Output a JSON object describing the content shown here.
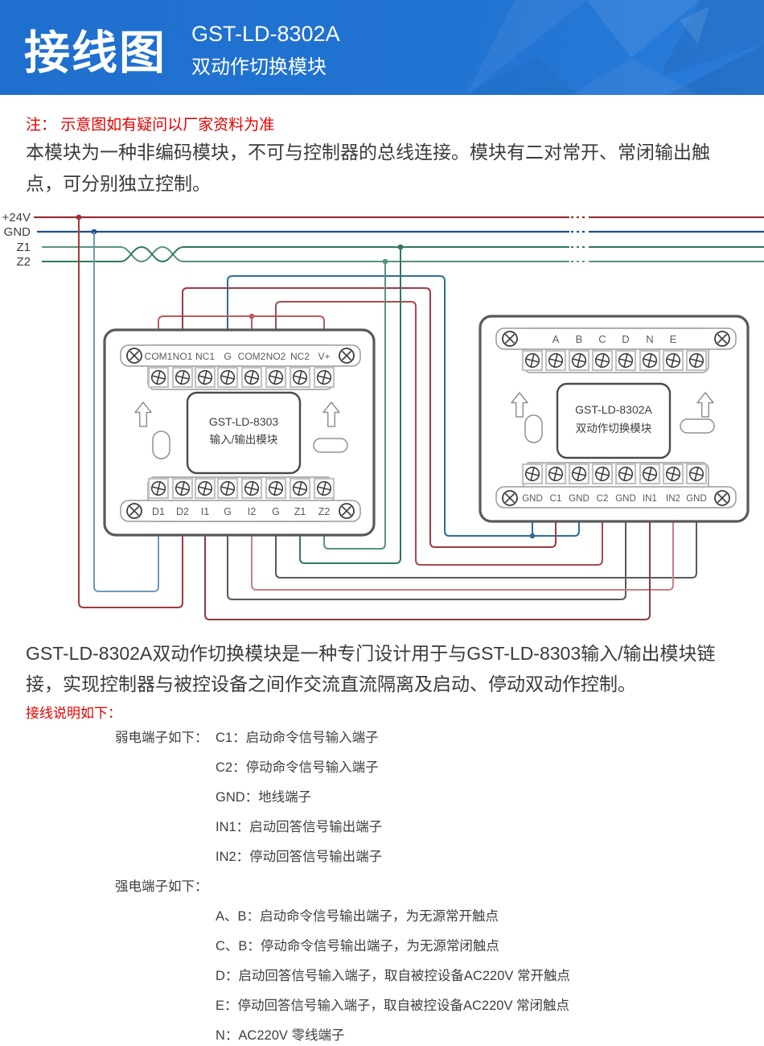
{
  "header": {
    "title": "接线图",
    "model": "GST-LD-8302A",
    "subtitle": "双动作切换模块"
  },
  "note": "注：  示意图如有疑问以厂家资料为准",
  "intro_lines": [
    "本模块为一种非编码模块，不可与控制器的总线连接。模块有二对常开、常闭输出触",
    "点，可分别独立控制。"
  ],
  "diagram": {
    "bus_labels": [
      "+24V",
      "GND",
      "Z1",
      "Z2"
    ],
    "left_module": {
      "name_line1": "GST-LD-8303",
      "name_line2": "输入/输出模块",
      "top_terminals": [
        "COM1",
        "NO1",
        "NC1",
        "G",
        "COM2",
        "NO2",
        "NC2",
        "V+"
      ],
      "bottom_terminals": [
        "D1",
        "D2",
        "I1",
        "G",
        "I2",
        "G",
        "Z1",
        "Z2"
      ]
    },
    "right_module": {
      "name_line1": "GST-LD-8302A",
      "name_line2": "双动作切换模块",
      "top_terminals": [
        "A",
        "B",
        "C",
        "D",
        "N",
        "E"
      ],
      "bottom_terminals": [
        "GND",
        "C1",
        "GND",
        "C2",
        "GND",
        "IN1",
        "IN2",
        "GND"
      ]
    },
    "colors": {
      "bus_24v": "#9a2f36",
      "bus_gnd": "#1d4e89",
      "bus_z1": "#58937a",
      "bus_z2": "#2f7a58",
      "wire_24v_d2": "#a03a3f",
      "wire_gnd_d1": "#6f98bd",
      "wire_g_gndbus": "#2e6d99",
      "wire_com_tie": "#c05a60",
      "wire_no1_c1": "#9c3d42",
      "wire_no2_c2": "#a84a50",
      "wire_i1_in1": "#8f3a40",
      "wire_i2_in2": "#c97f85",
      "wire_g_gnd": "#5a5a5a",
      "wire_z1": "#2f7a58",
      "wire_z2": "#58937a"
    }
  },
  "description_lines": [
    "GST-LD-8302A双动作切换模块是一种专门设计用于与GST-LD-8303输入/输出模块链",
    "接，实现控制器与被控设备之间作交流直流隔离及启动、停动双动作控制。"
  ],
  "wiring_title": "接线说明如下：",
  "weak_terminals": {
    "label": "弱电端子如下：",
    "items": [
      "C1：启动命令信号输入端子",
      "C2：停动命令信号输入端子",
      "GND：地线端子",
      "IN1：启动回答信号输出端子",
      "IN2：停动回答信号输出端子"
    ]
  },
  "strong_terminals": {
    "label": "强电端子如下：",
    "items": [
      "A、B：启动命令信号输出端子，为无源常开触点",
      "C、B：停动命令信号输出端子，为无源常闭触点",
      "D：启动回答信号输入端子，取自被控设备AC220V 常开触点",
      "E：停动回答信号输入端子，取自被控设备AC220V 常闭触点",
      "N：AC220V 零线端子"
    ]
  },
  "colors": {
    "header_blue": "#2173d2",
    "note_red": "#e60000"
  }
}
